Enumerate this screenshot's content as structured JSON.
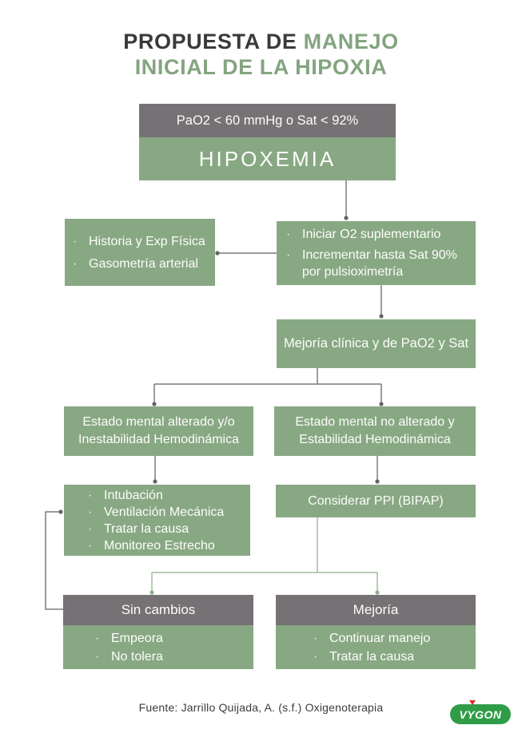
{
  "title": {
    "prefix": "PROPUESTA DE ",
    "highlight": "MANEJO",
    "line2": "INICIAL DE LA HIPOXIA"
  },
  "colors": {
    "box_green": "#88a884",
    "box_gray": "#767174",
    "line_dark": "#7b7b7b",
    "line_green": "#a3bb9e",
    "title_dark": "#3a3a3a",
    "title_green": "#83a47f",
    "logo_green": "#2f9c47",
    "logo_red": "#d92b1f"
  },
  "flowchart": {
    "condition": "PaO2 < 60 mmHg o Sat < 92%",
    "diagnosis": "HIPOXEMIA",
    "assessment": {
      "items": [
        "Historia y Exp Física",
        "Gasometría arterial"
      ]
    },
    "oxygen": {
      "items": [
        "Iniciar O2 suplementario",
        "Incrementar hasta Sat 90% por pulsioximetría"
      ]
    },
    "evaluation": "Mejoría clínica y de PaO2 y Sat",
    "unstable": {
      "line1": "Estado mental alterado y/o",
      "line2": "Inestabilidad Hemodinámica"
    },
    "stable": {
      "line1": "Estado mental no alterado y",
      "line2": "Estabilidad Hemodinámica"
    },
    "intubation": {
      "items": [
        "Intubación",
        "Ventilación Mecánica",
        "Tratar la causa",
        "Monitoreo Estrecho"
      ]
    },
    "ppi": "Considerar PPI (BIPAP)",
    "no_change": {
      "header": "Sin cambios",
      "items": [
        "Empeora",
        "No tolera"
      ]
    },
    "improvement": {
      "header": "Mejoría",
      "items": [
        "Continuar manejo",
        "Tratar la causa"
      ]
    },
    "bullet": "·"
  },
  "footer": {
    "source": "Fuente: Jarrillo Quijada, A. (s.f.) Oxigenoterapia",
    "logo": "VYGON"
  }
}
